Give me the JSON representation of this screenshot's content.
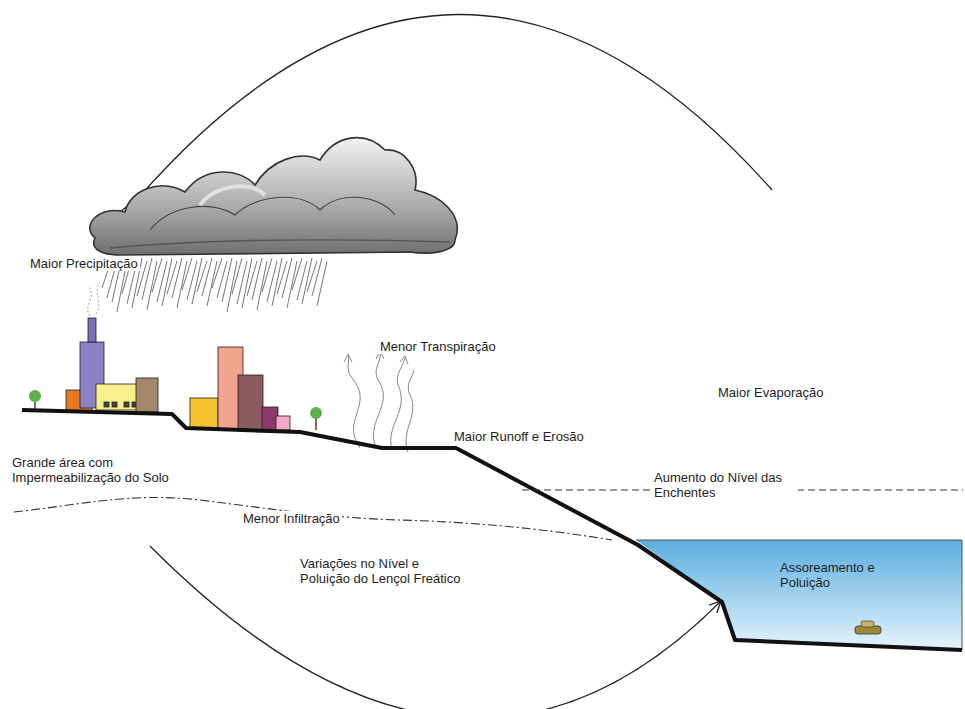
{
  "diagram": {
    "labels": [
      "Maior Precipitação",
      "Menor Transpiração",
      "Maior Evaporação",
      "Maior Runoff e Erosão",
      "Grande área com Impermeabilização do Solo",
      "Aumento do Nível das Enchentes",
      "Menor Infiltração",
      "Variações no Nível e Poluição do Lençol Freático",
      "Assoreamento e Poluição"
    ]
  }
}
